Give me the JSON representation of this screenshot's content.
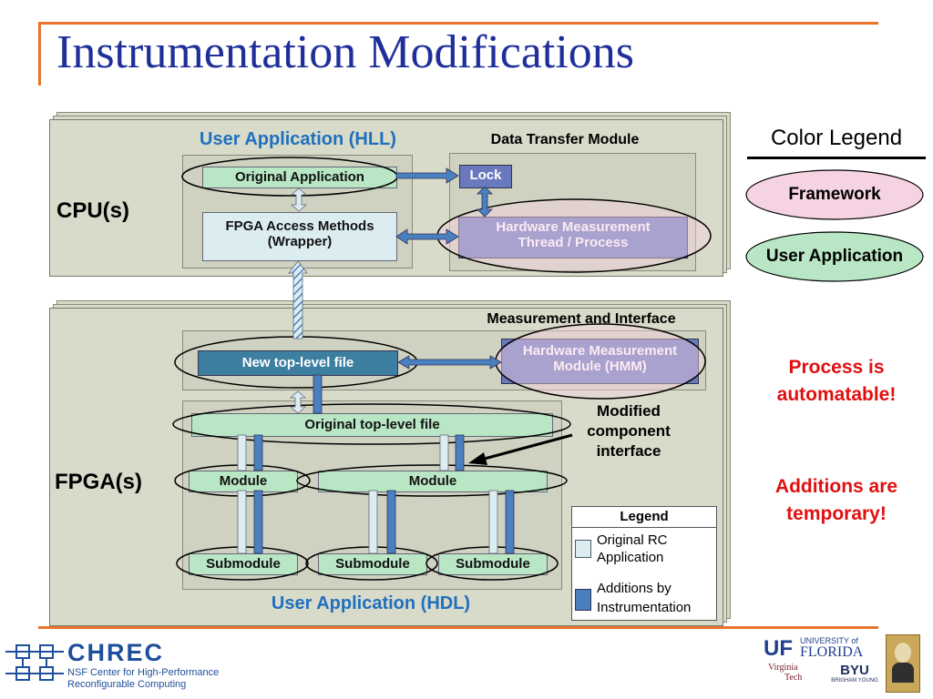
{
  "title": "Instrumentation Modifications",
  "cpu": {
    "side_label": "CPU(s)",
    "user_app_label": "User Application (HLL)",
    "dtm_label": "Data Transfer Module",
    "original_app": "Original Application",
    "fpga_access_line1": "FPGA Access Methods",
    "fpga_access_line2": "(Wrapper)",
    "lock": "Lock",
    "hw_thread_line1": "Hardware Measurement",
    "hw_thread_line2": "Thread / Process"
  },
  "fpga": {
    "side_label": "FPGA(s)",
    "mi_label": "Measurement and Interface",
    "new_top": "New top-level file",
    "hmm_line1": "Hardware Measurement",
    "hmm_line2": "Module (HMM)",
    "orig_top": "Original top-level file",
    "module1": "Module",
    "module2": "Module",
    "sub1": "Submodule",
    "sub2": "Submodule",
    "sub3": "Submodule",
    "user_app_label": "User Application (HDL)",
    "modified_line1": "Modified",
    "modified_line2": "component",
    "modified_line3": "interface"
  },
  "inner_legend": {
    "title": "Legend",
    "item1_line1": "Original RC",
    "item1_line2": "Application",
    "item2_line1": "Additions by",
    "item2_line2": "Instrumentation"
  },
  "color_legend": {
    "title": "Color Legend",
    "framework": "Framework",
    "user_app": "User Application"
  },
  "notes": {
    "automatable_line1": "Process is",
    "automatable_line2": "automatable!",
    "temporary_line1": "Additions are",
    "temporary_line2": "temporary!"
  },
  "footer": {
    "chrec_name": "CHREC",
    "chrec_line1": "NSF Center for High-Performance",
    "chrec_line2": "Reconfigurable Computing",
    "uf_mark": "UF",
    "uf_line1": "UNIVERSITY of",
    "uf_line2": "FLORIDA",
    "vt_line1": "Virginia",
    "vt_line2": "Tech",
    "byu_mark": "BYU",
    "byu_line": "BRIGHAM YOUNG"
  },
  "colors": {
    "title": "#1f2f9a",
    "accent_line": "#e8742c",
    "framework_fill": "#f6d3e3",
    "user_app_fill": "#b9e6c4",
    "addition_arrow": "#4a7fc0",
    "original_arrow": "#dcedf2",
    "note_red": "#e01010"
  }
}
